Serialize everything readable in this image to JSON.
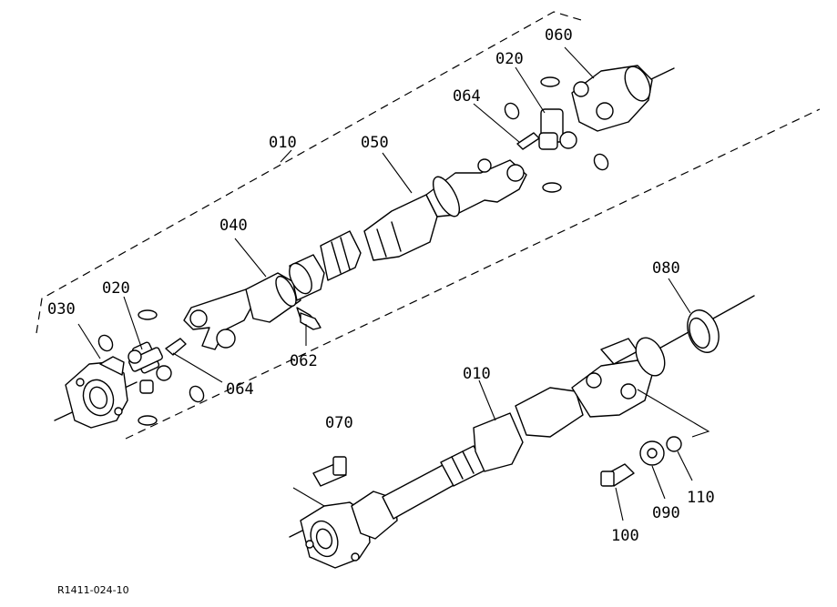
{
  "labels": {
    "l010a": "010",
    "l040": "040",
    "l050": "050",
    "l060": "060",
    "l020a": "020",
    "l064a": "064",
    "l020b": "020",
    "l030": "030",
    "l062": "062",
    "l064b": "064",
    "l080": "080",
    "l010b": "010",
    "l070": "070",
    "l110": "110",
    "l090": "090",
    "l100": "100"
  },
  "drawing_ref": "R1411-024-10"
}
